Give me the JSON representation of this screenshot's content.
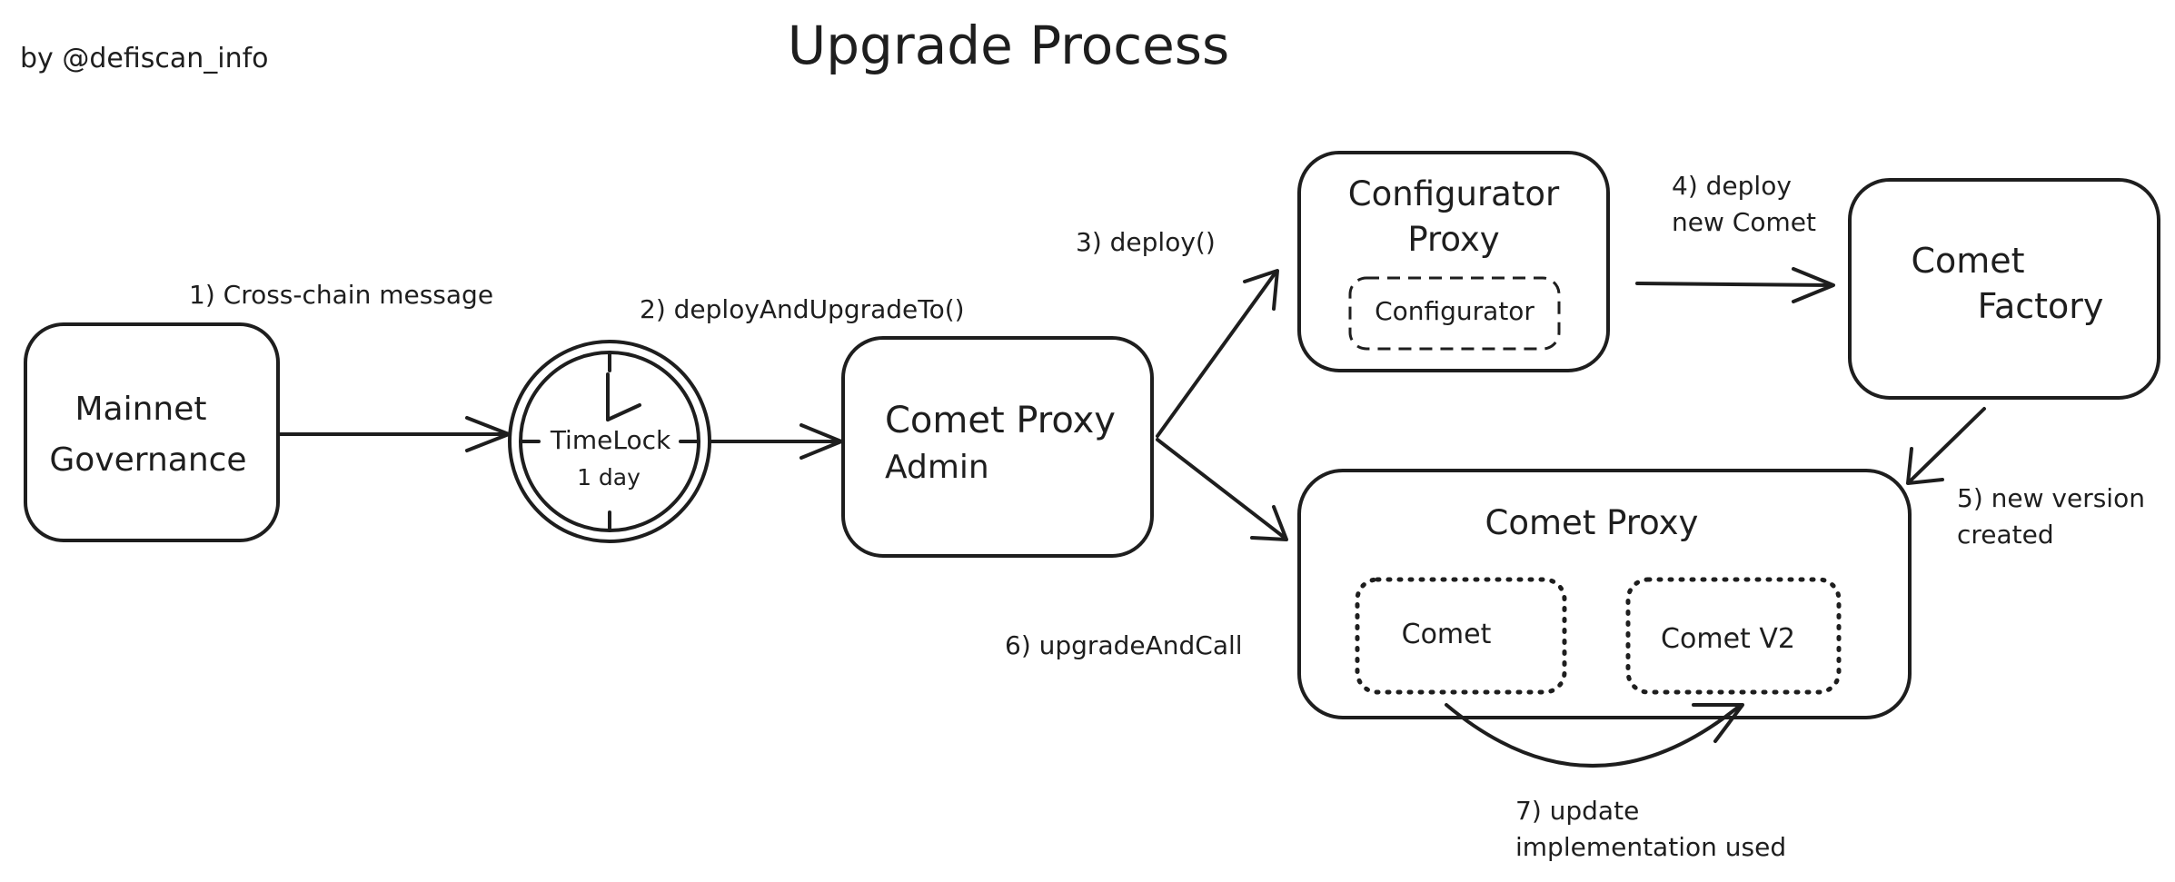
{
  "title": "Upgrade Process",
  "credit": "by @defiscan_info",
  "nodes": {
    "mainnet_governance": {
      "line1": "Mainnet",
      "line2": "Governance"
    },
    "timelock": {
      "line1": "TimeLock",
      "line2": "1 day",
      "icon": "clock-icon"
    },
    "comet_proxy_admin": {
      "line1": "Comet Proxy",
      "line2": "Admin"
    },
    "configurator_proxy": {
      "line1": "Configurator",
      "line2": "Proxy",
      "inner": "Configurator"
    },
    "comet_factory": {
      "line1": "Comet",
      "line2": "Factory"
    },
    "comet_proxy": {
      "label": "Comet Proxy",
      "inner_left": "Comet",
      "inner_right": "Comet V2"
    }
  },
  "steps": {
    "s1": "1) Cross-chain message",
    "s2": "2) deployAndUpgradeTo()",
    "s3": "3) deploy()",
    "s4_line1": "4) deploy",
    "s4_line2": "new Comet",
    "s5_line1": "5) new version",
    "s5_line2": "created",
    "s6": "6) upgradeAndCall",
    "s7_line1": "7) update",
    "s7_line2": "implementation used"
  },
  "colors": {
    "ink": "#1e1e1e",
    "background": "#ffffff"
  }
}
